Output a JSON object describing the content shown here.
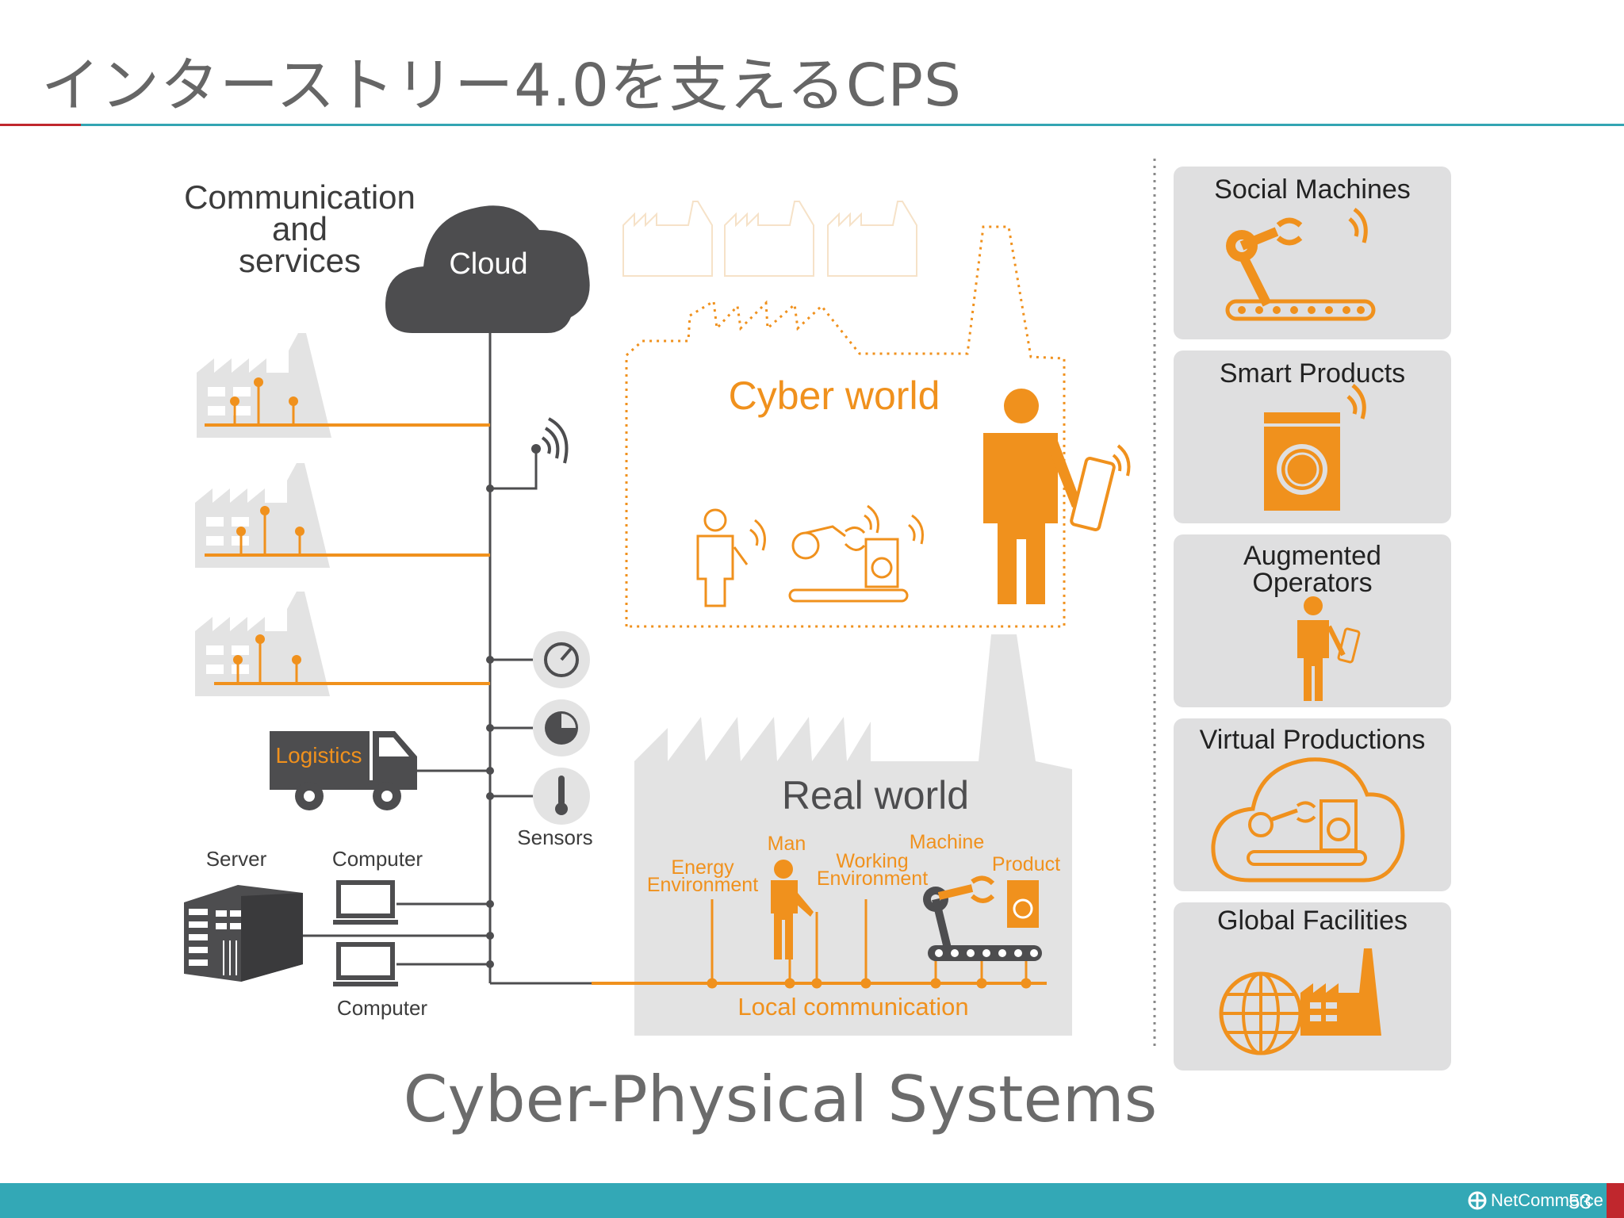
{
  "slide": {
    "title": "インターストリー4.0を支えるCPS",
    "caption": "Cyber-Physical Systems",
    "page_number": "53",
    "footer_logo": "NetCommerce"
  },
  "diagram": {
    "comm_label": [
      "Communication",
      "and",
      "services"
    ],
    "cloud_label": "Cloud",
    "logistics_label": "Logistics",
    "sensors_label": "Sensors",
    "server_label": "Server",
    "computer_top_label": "Computer",
    "computer_bottom_label": "Computer",
    "cyber_world_label": "Cyber world",
    "real_world_label": "Real world",
    "real_world_items": {
      "man": "Man",
      "machine": "Machine",
      "product": "Product",
      "energy": [
        "Energy",
        "Environment"
      ],
      "working": [
        "Working",
        "Environment"
      ],
      "local": "Local communication"
    },
    "panels": [
      {
        "lines": [
          "Social Machines"
        ],
        "icon": "robot-arm-icon"
      },
      {
        "lines": [
          "Smart Products"
        ],
        "icon": "washing-machine-icon"
      },
      {
        "lines": [
          "Augmented",
          "Operators"
        ],
        "icon": "operator-phone-icon"
      },
      {
        "lines": [
          "Virtual Productions"
        ],
        "icon": "cloud-production-icon"
      },
      {
        "lines": [
          "Global Facilities"
        ],
        "icon": "globe-factory-icon"
      }
    ]
  },
  "colors": {
    "orange": "#f0911d",
    "dark": "#4d4d4f",
    "light_gray": "#e3e3e3",
    "panel_gray": "#dfdfe0",
    "teal": "#33a8b6",
    "red": "#c0272d"
  }
}
